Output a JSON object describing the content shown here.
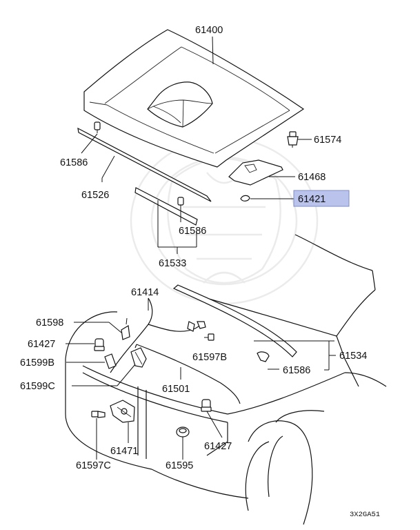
{
  "diagram": {
    "code": "3X2GA51",
    "highlight_color": "#b9c3ec",
    "labels": [
      {
        "id": "hood",
        "text": "61400"
      },
      {
        "id": "hood-bumper",
        "text": "61574"
      },
      {
        "id": "hood-insulator",
        "text": "61468"
      },
      {
        "id": "insulator-clip",
        "text": "61421"
      },
      {
        "id": "weatherstrip-front-fastener",
        "text": "61586"
      },
      {
        "id": "hood-weatherstrip-front",
        "text": "61526"
      },
      {
        "id": "weatherstrip-side-fastener",
        "text": "61586"
      },
      {
        "id": "hood-weatherstrip-side",
        "text": "61533"
      },
      {
        "id": "latch-release-cable",
        "text": "61414"
      },
      {
        "id": "cable-clip",
        "text": "61598"
      },
      {
        "id": "support-rod-grommet-left",
        "text": "61427"
      },
      {
        "id": "clip-upper",
        "text": "61599B"
      },
      {
        "id": "clip-lower",
        "text": "61599C"
      },
      {
        "id": "cable-bolt",
        "text": "61597B"
      },
      {
        "id": "hood-support-rod",
        "text": "61501"
      },
      {
        "id": "cowl-weatherstrip",
        "text": "61534"
      },
      {
        "id": "cowl-weatherstrip-fastener",
        "text": "61586"
      },
      {
        "id": "hood-latch",
        "text": "61471"
      },
      {
        "id": "latch-bolt",
        "text": "61597C"
      },
      {
        "id": "grommet",
        "text": "61595"
      },
      {
        "id": "support-rod-grommet-right",
        "text": "61427"
      }
    ]
  }
}
